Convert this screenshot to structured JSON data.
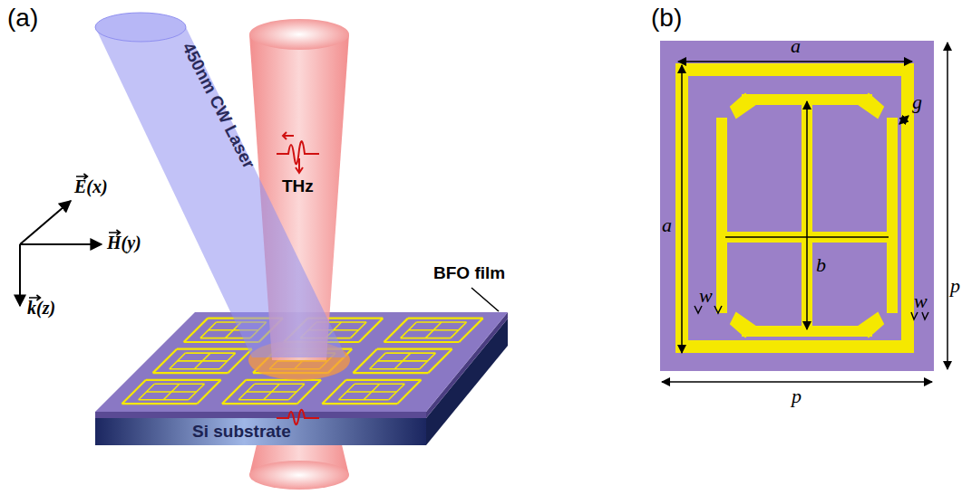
{
  "diagram": {
    "labels": [
      "(a)",
      "450nm CW Laser",
      "THz",
      "BFO film",
      "E(x)",
      "H(y)",
      "k(z)",
      "Si substrate",
      "(b)",
      "a",
      "g",
      "a",
      "b",
      "w",
      "w",
      "p",
      "p"
    ]
  }
}
